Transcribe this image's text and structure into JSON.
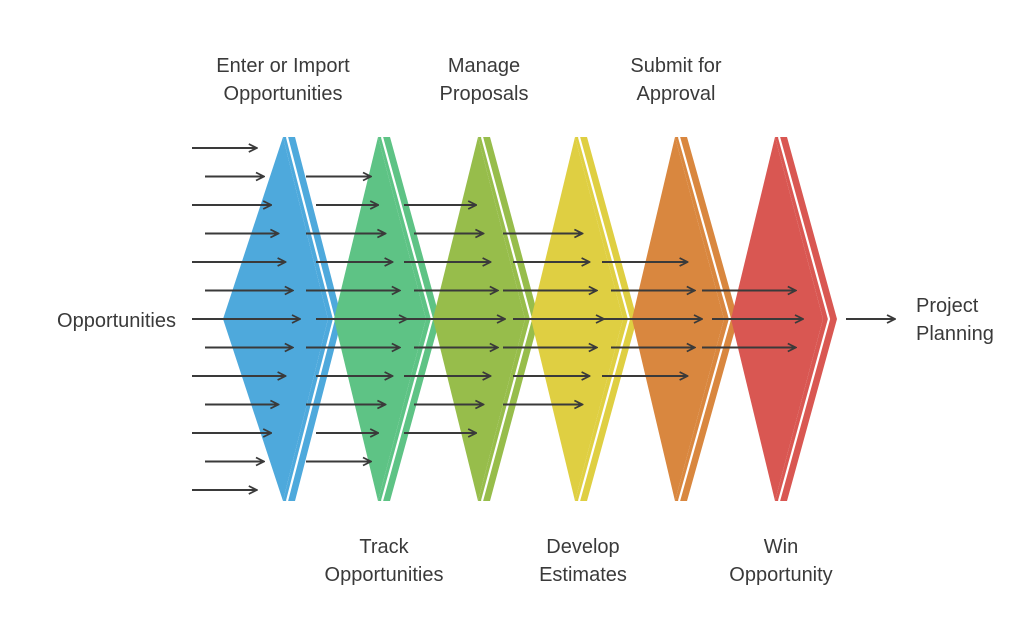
{
  "diagram": {
    "input_label": "Opportunities",
    "output_label": [
      "Project",
      "Planning"
    ],
    "stages": [
      {
        "id": "enter",
        "color": "#4ea9dc",
        "label_position": "top",
        "label": [
          "Enter or Import",
          "Opportunities"
        ],
        "incoming_arrows": 13
      },
      {
        "id": "track",
        "color": "#5ec385",
        "label_position": "bottom",
        "label": [
          "Track",
          "Opportunities"
        ],
        "incoming_arrows": 11
      },
      {
        "id": "proposals",
        "color": "#97bd4b",
        "label_position": "top",
        "label": [
          "Manage",
          "Proposals"
        ],
        "incoming_arrows": 9
      },
      {
        "id": "estimates",
        "color": "#dfcf42",
        "label_position": "bottom",
        "label": [
          "Develop",
          "Estimates"
        ],
        "incoming_arrows": 7
      },
      {
        "id": "approval",
        "color": "#d9873f",
        "label_position": "top",
        "label": [
          "Submit for",
          "Approval"
        ],
        "incoming_arrows": 5
      },
      {
        "id": "win",
        "color": "#d95752",
        "label_position": "bottom",
        "label": [
          "Win",
          "Opportunity"
        ],
        "incoming_arrows": 3
      }
    ]
  }
}
